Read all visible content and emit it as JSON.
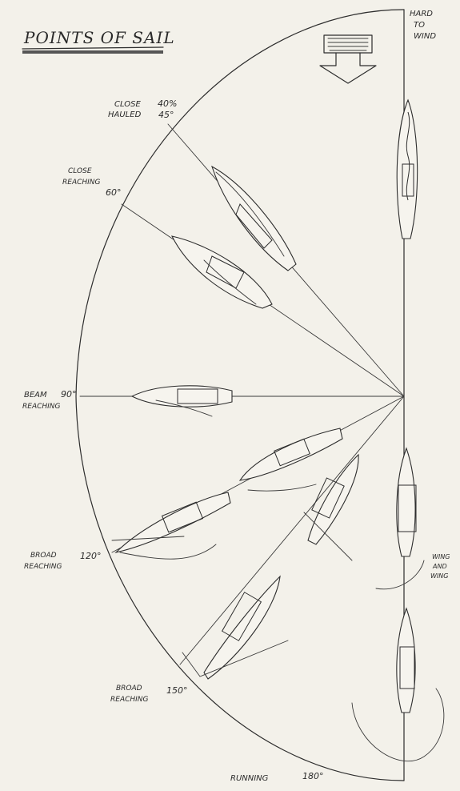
{
  "title": "POINTS OF SAIL",
  "labels": {
    "hard_to_wind_line1": "HARD",
    "hard_to_wind_line2": "TO",
    "hard_to_wind_line3": "WIND",
    "close_hauled_line1": "CLOSE",
    "close_hauled_line2": "HAULED",
    "close_hauled_deg1": "40%",
    "close_hauled_deg2": "45°",
    "close_reaching_line1": "CLOSE",
    "close_reaching_line2": "REACHING",
    "close_reaching_deg": "60°",
    "beam_reaching_line1": "BEAM",
    "beam_reaching_deg": "90°",
    "beam_reaching_line2": "REACHING",
    "broad_reaching_120_line1": "BROAD",
    "broad_reaching_120_line2": "REACHING",
    "broad_reaching_120_deg": "120°",
    "broad_reaching_150_line1": "BROAD",
    "broad_reaching_150_line2": "REACHING",
    "broad_reaching_150_deg": "150°",
    "running": "RUNNING",
    "running_deg": "180°",
    "wing_and_wing_line1": "WING",
    "wing_and_wing_line2": "AND",
    "wing_and_wing_line3": "WING"
  },
  "icons": {
    "wind_arrow": "wind-arrow-icon"
  },
  "colors": {
    "paper": "#f3f1ea",
    "ink": "#2d2d2d"
  }
}
